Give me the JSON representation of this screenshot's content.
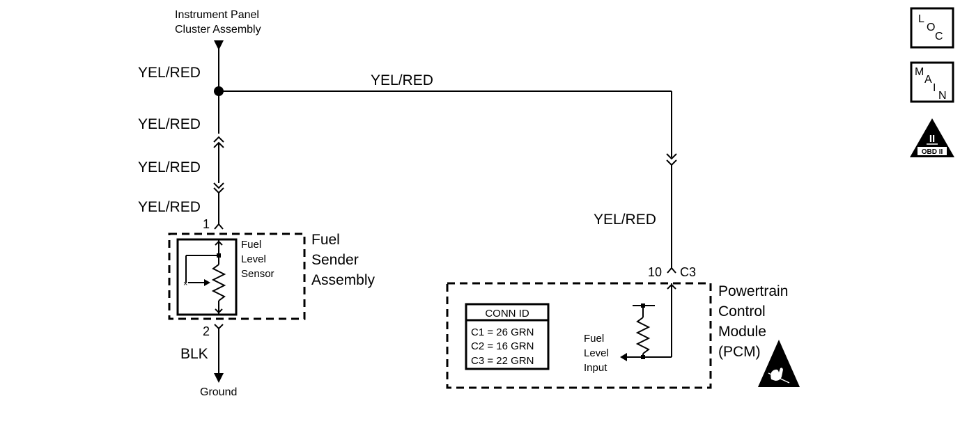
{
  "top_connector": {
    "line1": "Instrument Panel",
    "line2": "Cluster Assembly"
  },
  "wires": {
    "w1": "YEL/RED",
    "w2": "YEL/RED",
    "w3": "YEL/RED",
    "w4": "YEL/RED",
    "branch": "YEL/RED",
    "pcm_feed": "YEL/RED",
    "ground_wire": "BLK"
  },
  "fuel_sender": {
    "pin_top": "1",
    "pin_bottom": "2",
    "label_line1": "Fuel",
    "label_line2": "Sender",
    "label_line3": "Assembly",
    "sensor_line1": "Fuel",
    "sensor_line2": "Level",
    "sensor_line3": "Sensor"
  },
  "ground": {
    "label": "Ground"
  },
  "pcm": {
    "pin": "10",
    "connector": "C3",
    "label_line1": "Powertrain",
    "label_line2": "Control",
    "label_line3": "Module",
    "label_line4": "(PCM)",
    "input_line1": "Fuel",
    "input_line2": "Level",
    "input_line3": "Input"
  },
  "conn_id": {
    "title": "CONN ID",
    "rows": [
      "C1 = 26 GRN",
      "C2 = 16 GRN",
      "C3 = 22 GRN"
    ]
  },
  "side_buttons": {
    "loc": {
      "l1": "L",
      "l2": "O",
      "l3": "C"
    },
    "main": {
      "l1": "M",
      "l2": "A",
      "l3": "I",
      "l4": "N"
    },
    "obd": {
      "numeral": "II",
      "label": "OBD II"
    }
  }
}
